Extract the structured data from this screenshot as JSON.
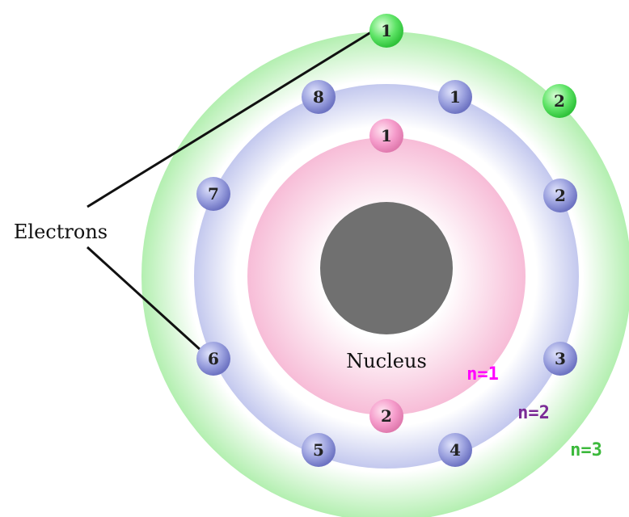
{
  "labels": {
    "electrons": "Electrons",
    "nucleus": "Nucleus"
  },
  "shells": [
    {
      "label": "n=1",
      "color": "#ff00ff",
      "fill": "#f9c5dc"
    },
    {
      "label": "n=2",
      "color": "#7b2b96",
      "fill": "#c8cdf0"
    },
    {
      "label": "n=3",
      "color": "#3cb93c",
      "fill": "#b8f2b5"
    }
  ],
  "electrons": [
    {
      "shell": 1,
      "number": "1"
    },
    {
      "shell": 1,
      "number": "2"
    },
    {
      "shell": 2,
      "number": "1"
    },
    {
      "shell": 2,
      "number": "2"
    },
    {
      "shell": 2,
      "number": "3"
    },
    {
      "shell": 2,
      "number": "4"
    },
    {
      "shell": 2,
      "number": "5"
    },
    {
      "shell": 2,
      "number": "6"
    },
    {
      "shell": 2,
      "number": "7"
    },
    {
      "shell": 2,
      "number": "8"
    },
    {
      "shell": 3,
      "number": "1"
    },
    {
      "shell": 3,
      "number": "2"
    }
  ],
  "colors": {
    "nucleus": "#707070",
    "shell1_electron": "#f08cbd",
    "shell2_electron": "#8a8fd4",
    "shell3_electron": "#4fdc5a"
  }
}
